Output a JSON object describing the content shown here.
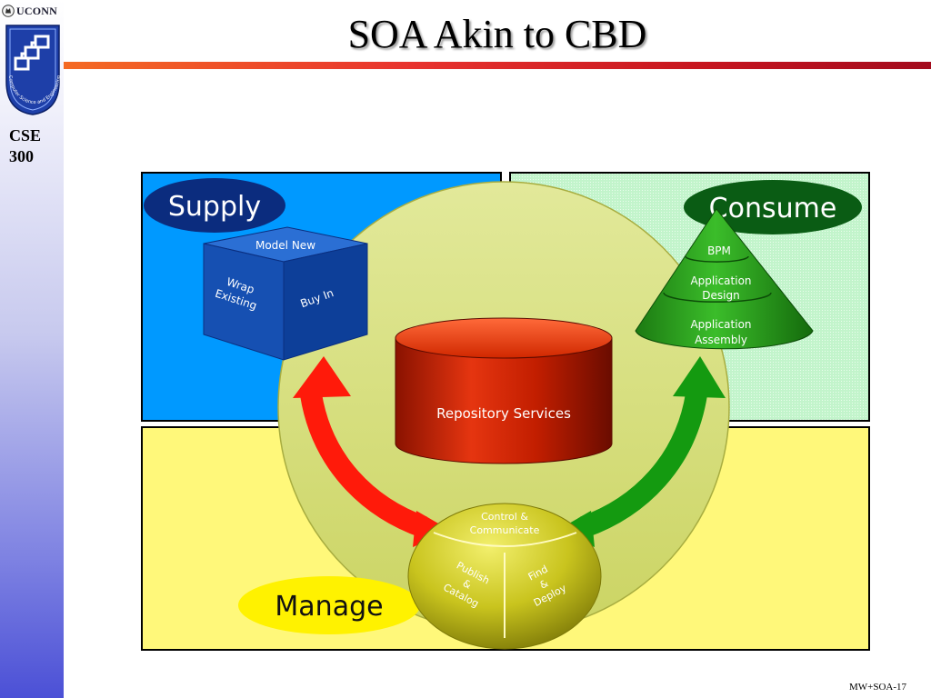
{
  "header": {
    "brand": "UCONN",
    "title": "SOA Akin to CBD",
    "logo_text": "Computer Science and Engineering",
    "course_line1": "CSE",
    "course_line2": "300"
  },
  "footer": {
    "slide_id": "MW+SOA-17"
  },
  "diagram": {
    "supply_label": "Supply",
    "consume_label": "Consume",
    "manage_label": "Manage",
    "cube": {
      "top": "Model New",
      "left_line1": "Wrap",
      "left_line2": "Existing",
      "right": "Buy In"
    },
    "cone": {
      "tier1": "BPM",
      "tier2_line1": "Application",
      "tier2_line2": "Design",
      "tier3_line1": "Application",
      "tier3_line2": "Assembly"
    },
    "cylinder": {
      "label": "Repository Services"
    },
    "sphere": {
      "top_line1": "Control &",
      "top_line2": "Communicate",
      "left_line1": "Publish",
      "left_line2": "&",
      "left_line3": "Catalog",
      "right_line1": "Find",
      "right_line2": "&",
      "right_line3": "Deploy"
    },
    "colors": {
      "supply_panel": "#0099ff",
      "consume_panel": "#c8f7d0",
      "manage_panel": "#fff87a",
      "oval_dark": "#0a2a7a",
      "consume_oval": "#0a5c14",
      "circle": "#d8e27a",
      "cylinder": "#cc1a00",
      "cube": "#1050b8",
      "cone": "#2e9a22",
      "sphere": "#c9c41e",
      "arrow_red": "#ff1a0a",
      "arrow_green": "#149a10"
    }
  }
}
